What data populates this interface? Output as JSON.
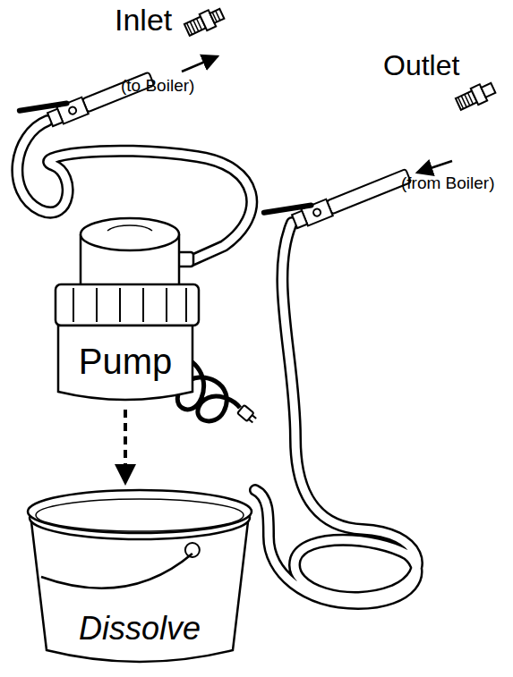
{
  "diagram": {
    "nodes": [
      {
        "text": [
          "Pump"
        ]
      },
      {
        "text": [
          "Dissolve"
        ]
      }
    ],
    "edges": [
      {
        "from": 0,
        "to": 1,
        "arrow": "to"
      }
    ],
    "labels": [
      "Inlet",
      "(to Boiler)",
      "Outlet",
      "(from Boiler)"
    ]
  }
}
